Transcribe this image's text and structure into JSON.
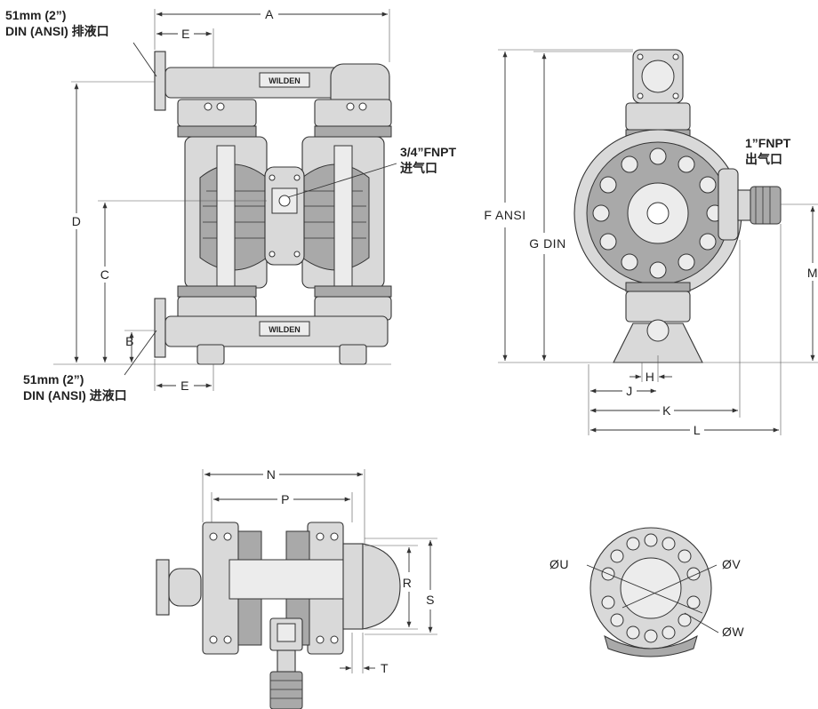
{
  "brand": "WILDEN",
  "front_view": {
    "dims": {
      "A": "A",
      "E_top": "E",
      "D": "D",
      "C": "C",
      "B": "B",
      "E_bottom": "E"
    },
    "discharge_label_1": "51mm (2”)",
    "discharge_label_2": "DIN (ANSI) 排液口",
    "inlet_label_1": "51mm (2”)",
    "inlet_label_2": "DIN (ANSI) 进液口",
    "air_inlet_1": "3/4”FNPT",
    "air_inlet_2": "进气口"
  },
  "side_view": {
    "dims": {
      "F": "F ANSI",
      "G": "G DIN",
      "H": "H",
      "J": "J",
      "K": "K",
      "L": "L",
      "M": "M"
    },
    "air_exhaust_1": "1”FNPT",
    "air_exhaust_2": "出气口"
  },
  "top_view": {
    "dims": {
      "N": "N",
      "P": "P",
      "R": "R",
      "S": "S",
      "T": "T"
    }
  },
  "flange_view": {
    "dims": {
      "U": "ØU",
      "V": "ØV",
      "W": "ØW"
    }
  }
}
